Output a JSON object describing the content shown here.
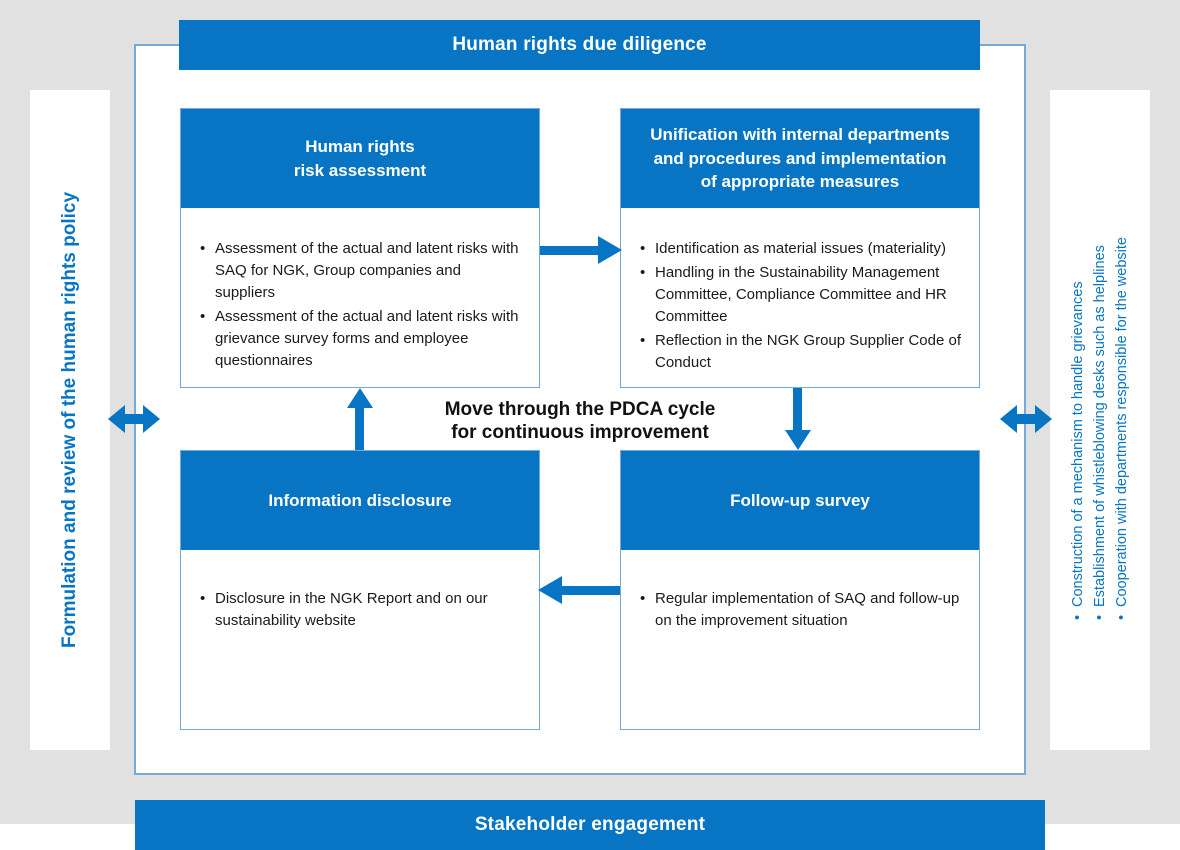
{
  "palette": {
    "blue": "#0875c4",
    "light_border": "#74aad8",
    "bg": "#e1e1e1"
  },
  "banners": {
    "top": "Human rights due diligence",
    "bottom": "Stakeholder engagement"
  },
  "left_panel": {
    "label": "Formulation and review of the human rights policy"
  },
  "right_panel": {
    "items": [
      "Construction of a mechanism to handle grievances",
      "Establishment of whistleblowing desks such as helplines",
      "Cooperation with departments responsible for the website"
    ]
  },
  "center_note": "Move through the PDCA cycle\nfor continuous improvement",
  "boxes": {
    "risk": {
      "title": "Human rights\nrisk assessment",
      "bullets": [
        "Assessment of the actual and latent risks with SAQ for NGK, Group companies and suppliers",
        "Assessment of the actual and latent risks with grievance survey forms and employee questionnaires"
      ]
    },
    "unification": {
      "title": "Unification with internal departments\nand procedures and implementation\nof appropriate measures",
      "bullets": [
        "Identification as material issues (materiality)",
        "Handling in the Sustainability Management Committee, Compliance Committee and HR Committee",
        "Reflection in the NGK Group Supplier Code of Conduct"
      ]
    },
    "disclosure": {
      "title": "Information disclosure",
      "bullets": [
        "Disclosure in the NGK Report and on our sustainability website"
      ]
    },
    "followup": {
      "title": "Follow-up survey",
      "bullets": [
        "Regular implementation of SAQ and follow-up on the improvement situation"
      ]
    }
  }
}
